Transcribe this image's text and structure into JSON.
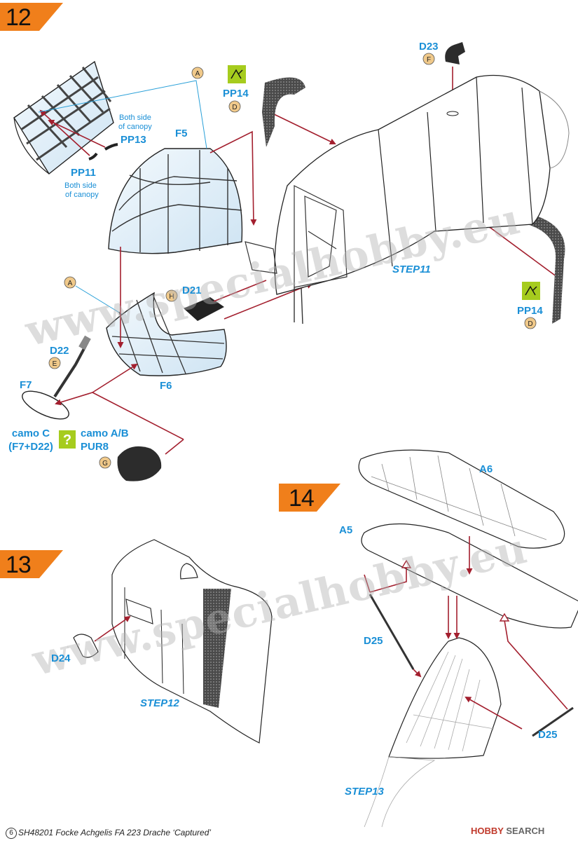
{
  "steps": {
    "s12": "12",
    "s13": "13",
    "s14": "14"
  },
  "labels": {
    "pp13": "PP13",
    "pp11": "PP11",
    "f5": "F5",
    "pp14_top": "PP14",
    "d23": "D23",
    "d21": "D21",
    "d22": "D22",
    "f7": "F7",
    "f6": "F6",
    "pp14_right": "PP14",
    "a6": "A6",
    "a5": "A5",
    "d24": "D24",
    "d25_left": "D25",
    "d25_right": "D25"
  },
  "notes": {
    "both_sides_1": "Both side",
    "of_canopy_1": "of canopy",
    "both_sides_2": "Both side",
    "of_canopy_2": "of canopy"
  },
  "camo": {
    "left_line1": "camo C",
    "left_line2": "(F7+D22)",
    "right_line1": "camo A/B",
    "right_line2": "PUR8"
  },
  "step_refs": {
    "step11": "STEP11",
    "step12": "STEP12",
    "step13": "STEP13"
  },
  "paint_codes": {
    "a_top": "A",
    "d_top": "D",
    "f": "F",
    "a_mid": "A",
    "h": "H",
    "e": "E",
    "g": "G",
    "d_right": "D"
  },
  "watermark": "www.specialhobby.eu",
  "footer": {
    "page_number": "6",
    "text": "SH48201  Focke Achgelis FA 223 Drache ‘Captured’"
  },
  "source_badge": {
    "hobby": "HOBBY",
    "search": "SEARCH"
  },
  "colors": {
    "accent_blue": "#1a8fd6",
    "arrow_red": "#a31f2e",
    "step_orange": "#f07f1b",
    "photo_etch_green": "#a6cc1e",
    "canopy_blue": "#dcecf7"
  },
  "icons": {
    "step_marker": "orange-corner-banner",
    "photo_etch": "photo-etch-icon",
    "paint": "paint-drop-icon",
    "question": "question-mark-icon"
  }
}
